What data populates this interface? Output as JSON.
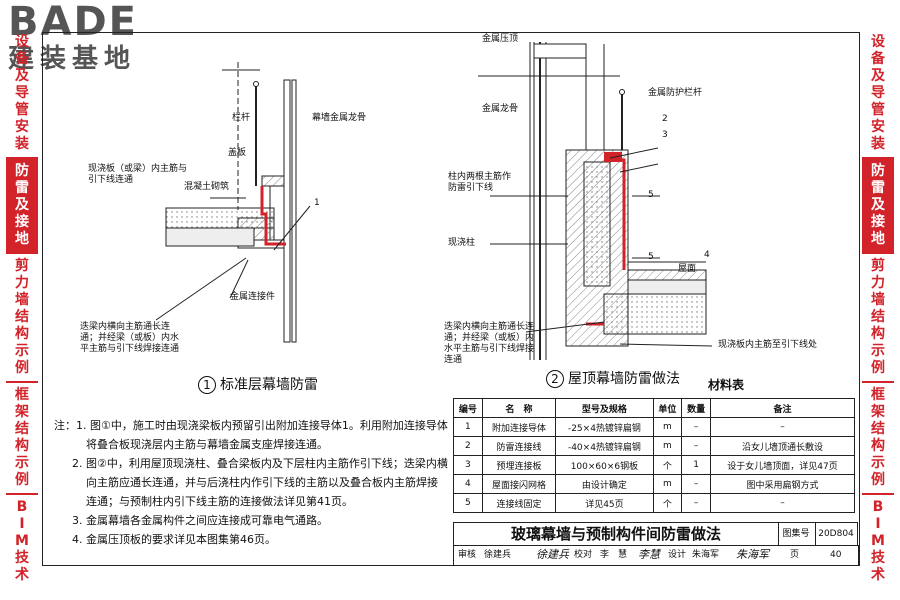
{
  "brand": {
    "logo": "BADE",
    "subtitle": "建装基地"
  },
  "sidebar_left": [
    {
      "text": "设备及导管安装",
      "active": false
    },
    {
      "text": "防雷及接地",
      "active": true
    },
    {
      "text": "剪力墙结构示例",
      "active": false
    },
    {
      "text": "框架结构示例",
      "active": false
    },
    {
      "text": "BIM技术",
      "active": false
    }
  ],
  "sidebar_right": [
    {
      "text": "设备及导管安装",
      "active": false
    },
    {
      "text": "防雷及接地",
      "active": true
    },
    {
      "text": "剪力墙结构示例",
      "active": false
    },
    {
      "text": "框架结构示例",
      "active": false
    },
    {
      "text": "BIM技术",
      "active": false
    }
  ],
  "left_detail": {
    "num": "1",
    "caption": "标准层幕墙防雷",
    "labels": {
      "railing": "栏杆",
      "keel": "幕墙金属龙骨",
      "cover": "盖板",
      "cast_beam": "现浇板（或梁）内主筋与引下线连通",
      "concrete": "混凝土砌筑",
      "callout": "1",
      "connector": "金属连接件",
      "beam_rebar": "迭梁内横向主筋通长连通；并经梁（或板）内水平主筋与引下线焊接连通"
    }
  },
  "right_detail": {
    "num": "2",
    "caption": "屋顶幕墙防雷做法",
    "labels": {
      "cap": "金属压顶",
      "guard": "金属防护栏杆",
      "keel": "金属龙骨",
      "column_rebar": "柱内两根主筋作防雷引下线",
      "cast_column": "现浇柱",
      "roof": "屋面",
      "slab": "现浇板内主筋至引下线处",
      "beam_rebar": "迭梁内横向主筋通长连通；并经梁（或板）内水平主筋与引下线焊接连通",
      "c2": "2",
      "c3": "3",
      "c4": "4",
      "c5a": "5",
      "c5b": "5"
    }
  },
  "notes": {
    "intro": "注：",
    "lines": [
      "1. 图①中，施工时由现浇梁板内预留引出附加连接导体1。利用附加连接导体",
      "将叠合板现浇层内主筋与幕墙金属支座焊接连通。",
      "2. 图②中，利用屋顶现浇柱、叠合梁板内及下层柱内主筋作引下线；迭梁内横",
      "向主筋应通长连通，并与后浇柱内作引下线的主筋以及叠合板内主筋焊接连通；与预制柱内引下线主筋的连接做法详见第41页。",
      "3. 金属幕墙各金属构件之间应连接成可靠电气通路。",
      "4. 金属压顶板的要求详见本图集第46页。"
    ]
  },
  "materials": {
    "title": "材料表",
    "headers": [
      "编号",
      "名　称",
      "型号及规格",
      "单位",
      "数量",
      "备注"
    ],
    "rows": [
      [
        "1",
        "附加连接导体",
        "-25×4热镀锌扁钢",
        "m",
        "–",
        "–"
      ],
      [
        "2",
        "防雷连接线",
        "-40×4热镀锌扁钢",
        "m",
        "–",
        "沿女儿墙顶通长敷设"
      ],
      [
        "3",
        "预埋连接板",
        "100×60×6钢板",
        "个",
        "1",
        "设于女儿墙顶面，详见47页"
      ],
      [
        "4",
        "屋面接闪网格",
        "由设计确定",
        "m",
        "–",
        "图中采用扁钢方式"
      ],
      [
        "5",
        "连接线固定",
        "详见45页",
        "个",
        "–",
        "–"
      ]
    ]
  },
  "title_block": {
    "title": "玻璃幕墙与预制构件间防雷做法",
    "atlas_label": "图集号",
    "atlas_no": "20D804",
    "review": "审核",
    "reviewer": "徐建兵",
    "check": "校对",
    "checker": "李　慧",
    "design": "设计",
    "designer": "朱海军",
    "page_label": "页",
    "page_no": "40"
  },
  "colors": {
    "accent": "#d2232a",
    "line": "#222222",
    "hatch": "#888888"
  }
}
